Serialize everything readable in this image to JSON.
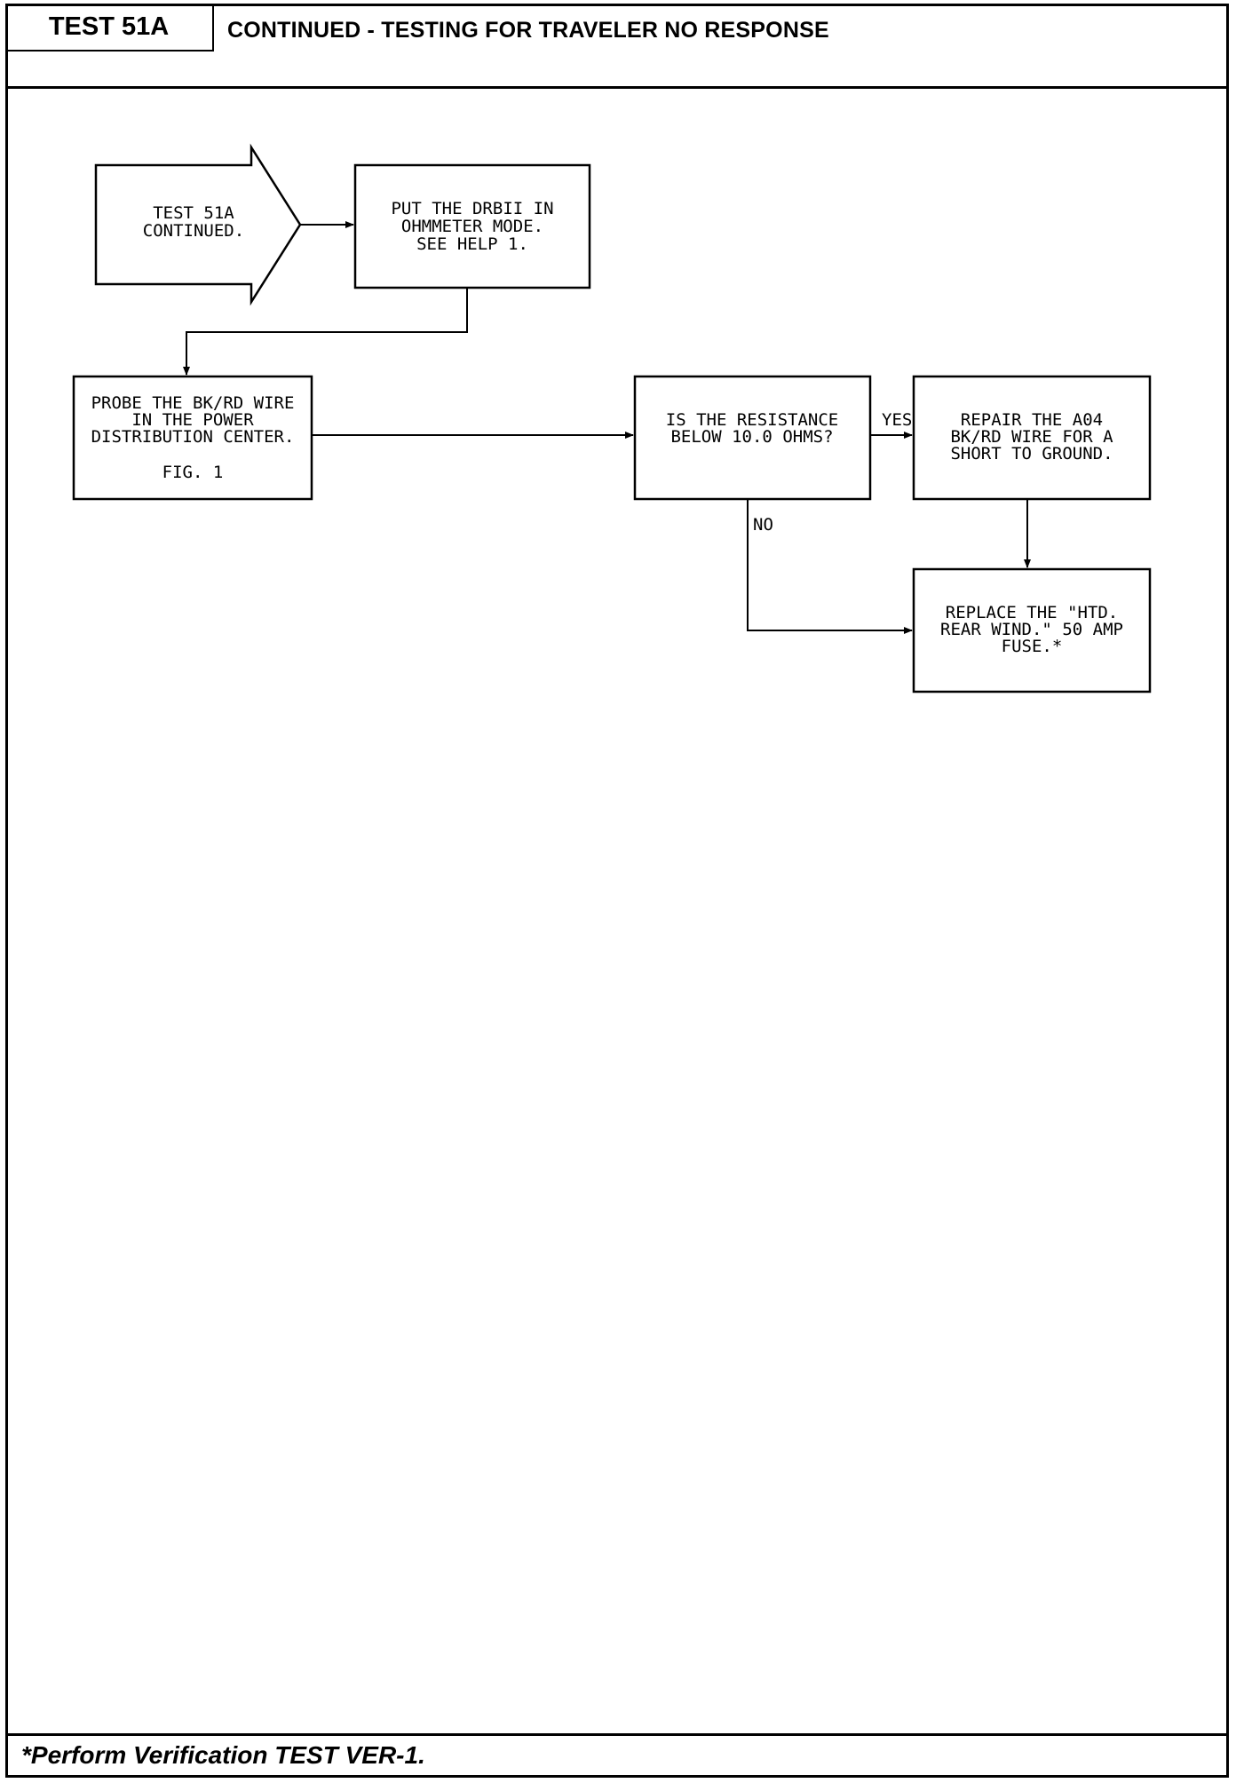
{
  "header": {
    "test_id": "TEST 51A",
    "title": "CONTINUED - TESTING FOR TRAVELER NO RESPONSE"
  },
  "flowchart": {
    "start": {
      "line1": "TEST 51A",
      "line2": "CONTINUED."
    },
    "step_ohmmeter": {
      "line1": "PUT THE DRBII IN",
      "line2": "OHMMETER MODE.",
      "line3": "SEE HELP 1."
    },
    "step_probe": {
      "line1": "PROBE THE BK/RD WIRE",
      "line2": "IN THE POWER",
      "line3": "DISTRIBUTION CENTER.",
      "line4": "FIG. 1"
    },
    "decision": {
      "line1": "IS THE RESISTANCE",
      "line2": "BELOW 10.0 OHMS?"
    },
    "yes_label": "YES",
    "no_label": "NO",
    "step_repair": {
      "line1": "REPAIR THE A04",
      "line2": "BK/RD WIRE FOR A",
      "line3": "SHORT TO GROUND."
    },
    "step_replace": {
      "line1": "REPLACE THE \"HTD.",
      "line2": "REAR WIND.\" 50 AMP",
      "line3": "FUSE.*"
    }
  },
  "footer": {
    "note": "*Perform Verification TEST VER-1."
  }
}
